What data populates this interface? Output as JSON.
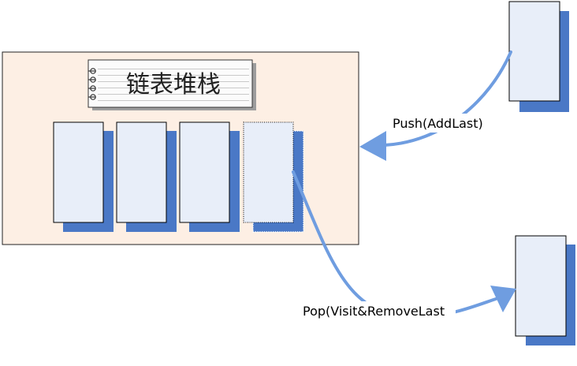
{
  "diagram": {
    "title": "链表堆栈",
    "push_label": "Push(AddLast)",
    "pop_label": "Pop(Visit&RemoveLast"
  },
  "colors": {
    "container_fill": "#fdefe4",
    "card_fill": "#e8eef9",
    "shadow": "#4a78c6",
    "arrow": "#6f9de0",
    "notebook_fill": "#fbfbfb"
  }
}
